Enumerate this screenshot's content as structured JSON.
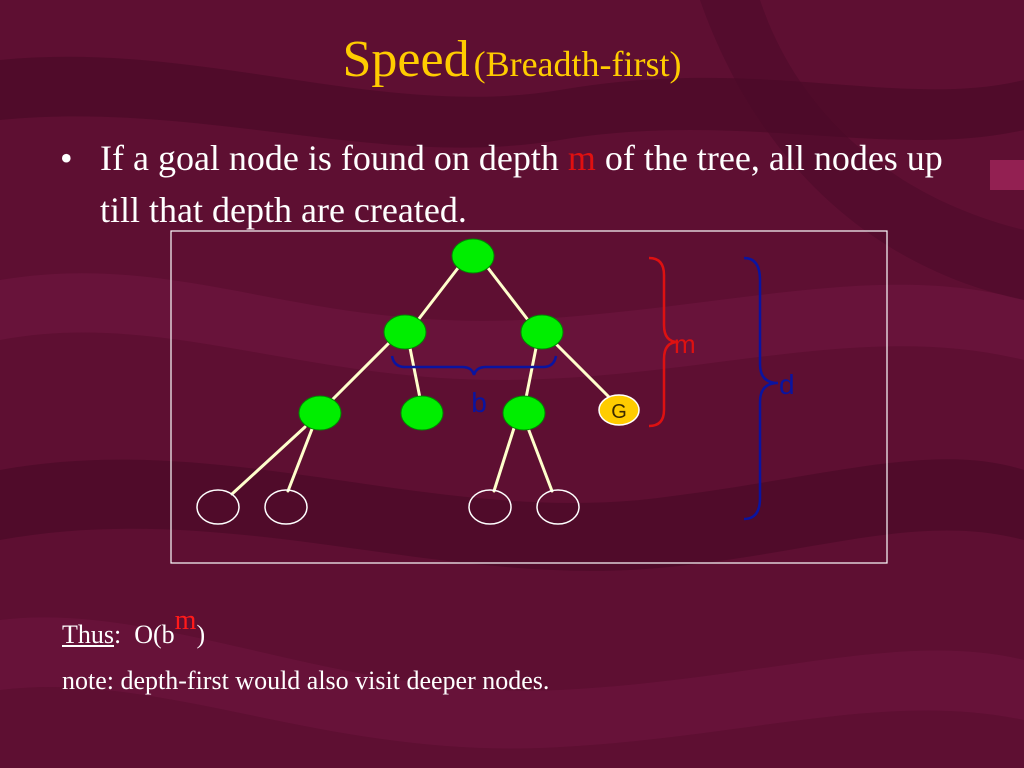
{
  "title": {
    "main": "Speed",
    "sub": "(Breadth-first)"
  },
  "bullet": {
    "symbol": "•",
    "before": "If a goal node is found on depth ",
    "highlight": "m",
    "after": " of the tree, all nodes up till that depth are created."
  },
  "diagram": {
    "branch_label": "b",
    "goal_label": "G",
    "depth_m_label": "m",
    "depth_d_label": "d"
  },
  "conclusion": {
    "thus_label": "Thus",
    "colon": ":",
    "formula_open": "O(b",
    "formula_exponent": "m",
    "formula_close": ")",
    "note": "note: depth-first would also visit deeper nodes."
  },
  "colors": {
    "background": "#5e0f32",
    "title": "#ffcc00",
    "visited_node": "#00ee00",
    "goal_node": "#ffcc00",
    "unvisited_node_stroke": "#ffffff",
    "brace_m": "#dd1111",
    "brace_d": "#0a14a0",
    "brace_b": "#0a14a0"
  }
}
